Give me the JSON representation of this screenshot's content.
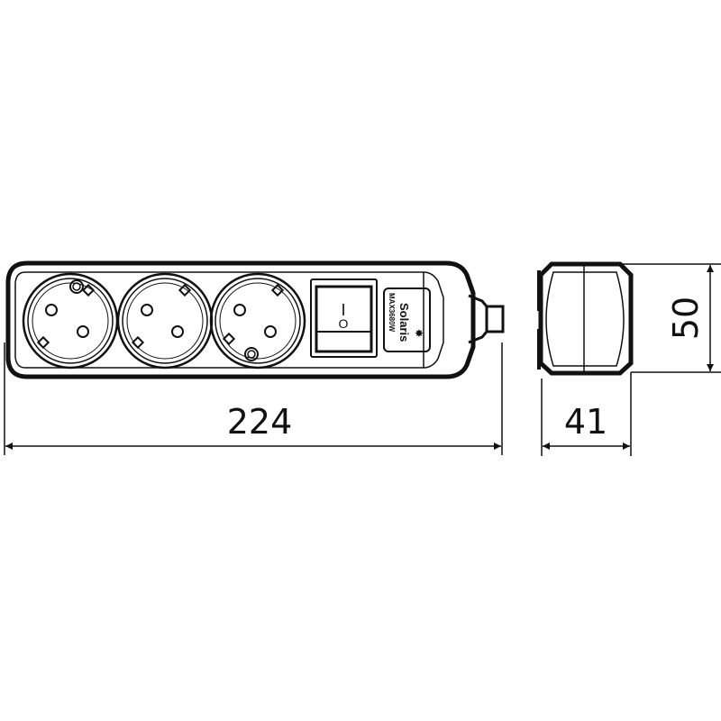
{
  "drawing": {
    "top_view": {
      "socket_count": 3,
      "switch_symbols": {
        "on": "I",
        "off": "O"
      },
      "label_brand": "Solaris",
      "label_rating": "MAX3680W"
    },
    "dimensions": {
      "length": "224",
      "width": "41",
      "height": "50"
    },
    "colors": {
      "line": "#111111",
      "background": "#ffffff"
    }
  }
}
